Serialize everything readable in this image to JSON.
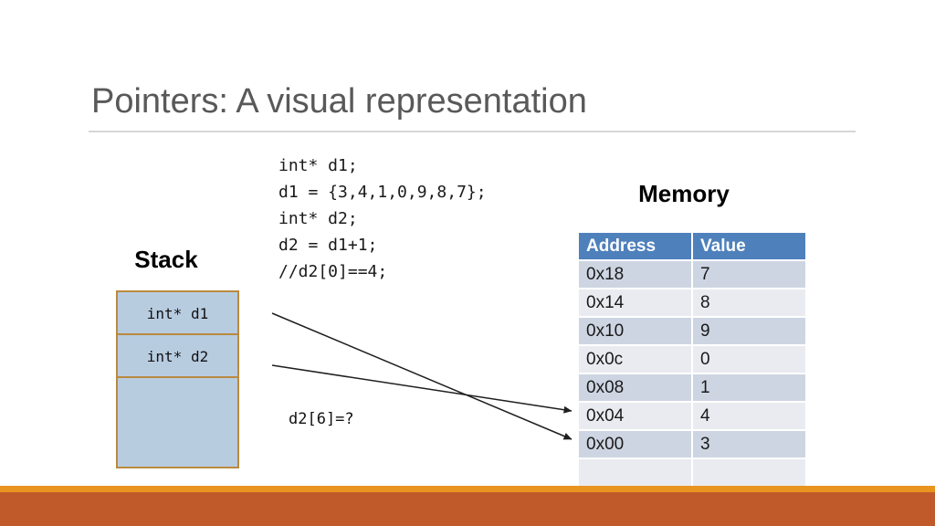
{
  "slide": {
    "title": "Pointers: A visual representation",
    "code": {
      "lines": [
        "int* d1;",
        "d1 = {3,4,1,0,9,8,7};",
        "int* d2;",
        "d2 = d1+1;",
        "//d2[0]==4;"
      ]
    },
    "stack": {
      "heading": "Stack",
      "cells": [
        {
          "label": "int* d1"
        },
        {
          "label": "int* d2"
        },
        {
          "label": ""
        }
      ]
    },
    "question_label": "d2[6]=?",
    "memory": {
      "heading": "Memory",
      "columns": {
        "address": "Address",
        "value": "Value"
      },
      "rows": [
        {
          "address": "0x18",
          "value": "7"
        },
        {
          "address": "0x14",
          "value": "8"
        },
        {
          "address": "0x10",
          "value": "9"
        },
        {
          "address": "0x0c",
          "value": "0"
        },
        {
          "address": "0x08",
          "value": "1"
        },
        {
          "address": "0x04",
          "value": "4"
        },
        {
          "address": "0x00",
          "value": "3"
        },
        {
          "address": "",
          "value": ""
        }
      ]
    },
    "arrows": [
      {
        "from": "stack cell int* d1",
        "to": "memory row 0x00"
      },
      {
        "from": "stack cell int* d2",
        "to": "memory row 0x04"
      }
    ],
    "colors": {
      "title_gray": "#595959",
      "table_header_blue": "#4e80bc",
      "table_row_dark": "#ced5e2",
      "table_row_light": "#e9ebf1",
      "stack_fill": "#b8cce0",
      "stack_border": "#ba8a3e",
      "bottom_stripe_orange": "#e8941e",
      "bottom_bar_orange": "#c05a2b"
    }
  }
}
